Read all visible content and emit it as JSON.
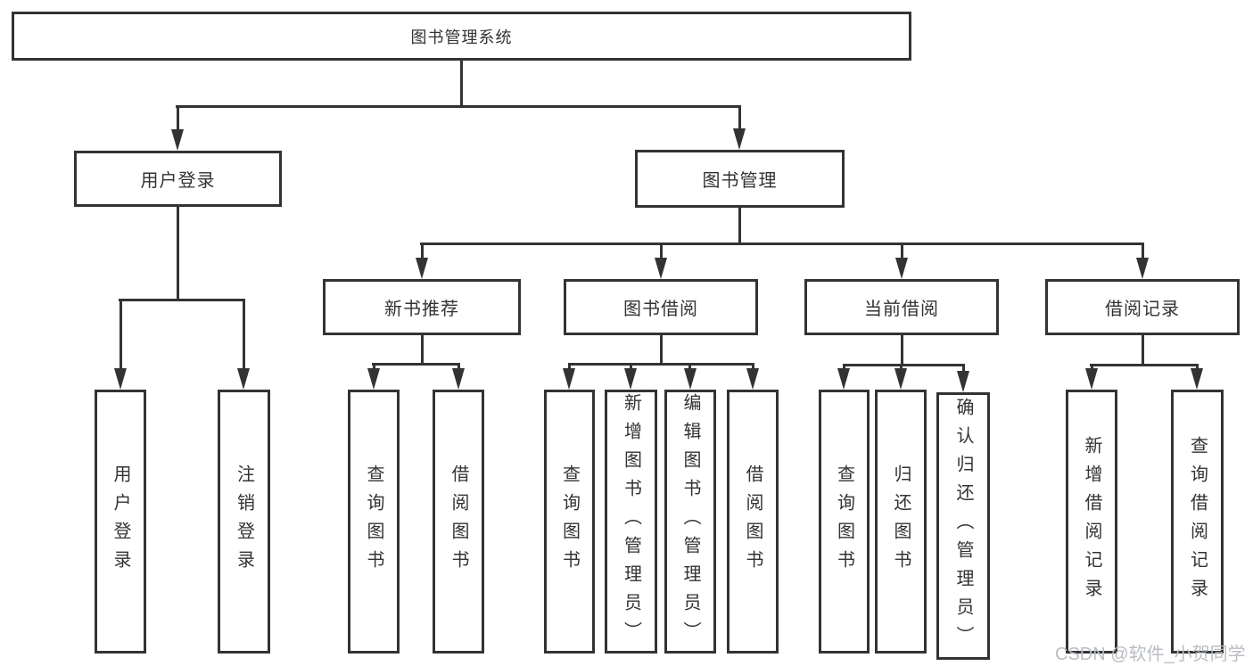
{
  "tree": {
    "label": "图书管理系统",
    "children": [
      {
        "label": "用户登录",
        "children": [
          {
            "label": "用户登录"
          },
          {
            "label": "注销登录"
          }
        ]
      },
      {
        "label": "图书管理",
        "children": [
          {
            "label": "新书推荐",
            "children": [
              {
                "label": "查询图书"
              },
              {
                "label": "借阅图书"
              }
            ]
          },
          {
            "label": "图书借阅",
            "children": [
              {
                "label": "查询图书"
              },
              {
                "label": "新增图书（管理员）"
              },
              {
                "label": "编辑图书（管理员）"
              },
              {
                "label": "借阅图书"
              }
            ]
          },
          {
            "label": "当前借阅",
            "children": [
              {
                "label": "查询图书"
              },
              {
                "label": "归还图书"
              },
              {
                "label": "确认归还（管理员）"
              }
            ]
          },
          {
            "label": "借阅记录",
            "children": [
              {
                "label": "新增借阅记录"
              },
              {
                "label": "查询借阅记录"
              }
            ]
          }
        ]
      }
    ]
  },
  "watermark": {
    "text": "CSDN @软件_小贺同学"
  },
  "colors": {
    "line": "#333333",
    "box_border": "#333333",
    "box_fill": "#ffffff",
    "text": "#333333",
    "watermark": "#b9bdc2",
    "background": "#ffffff"
  }
}
